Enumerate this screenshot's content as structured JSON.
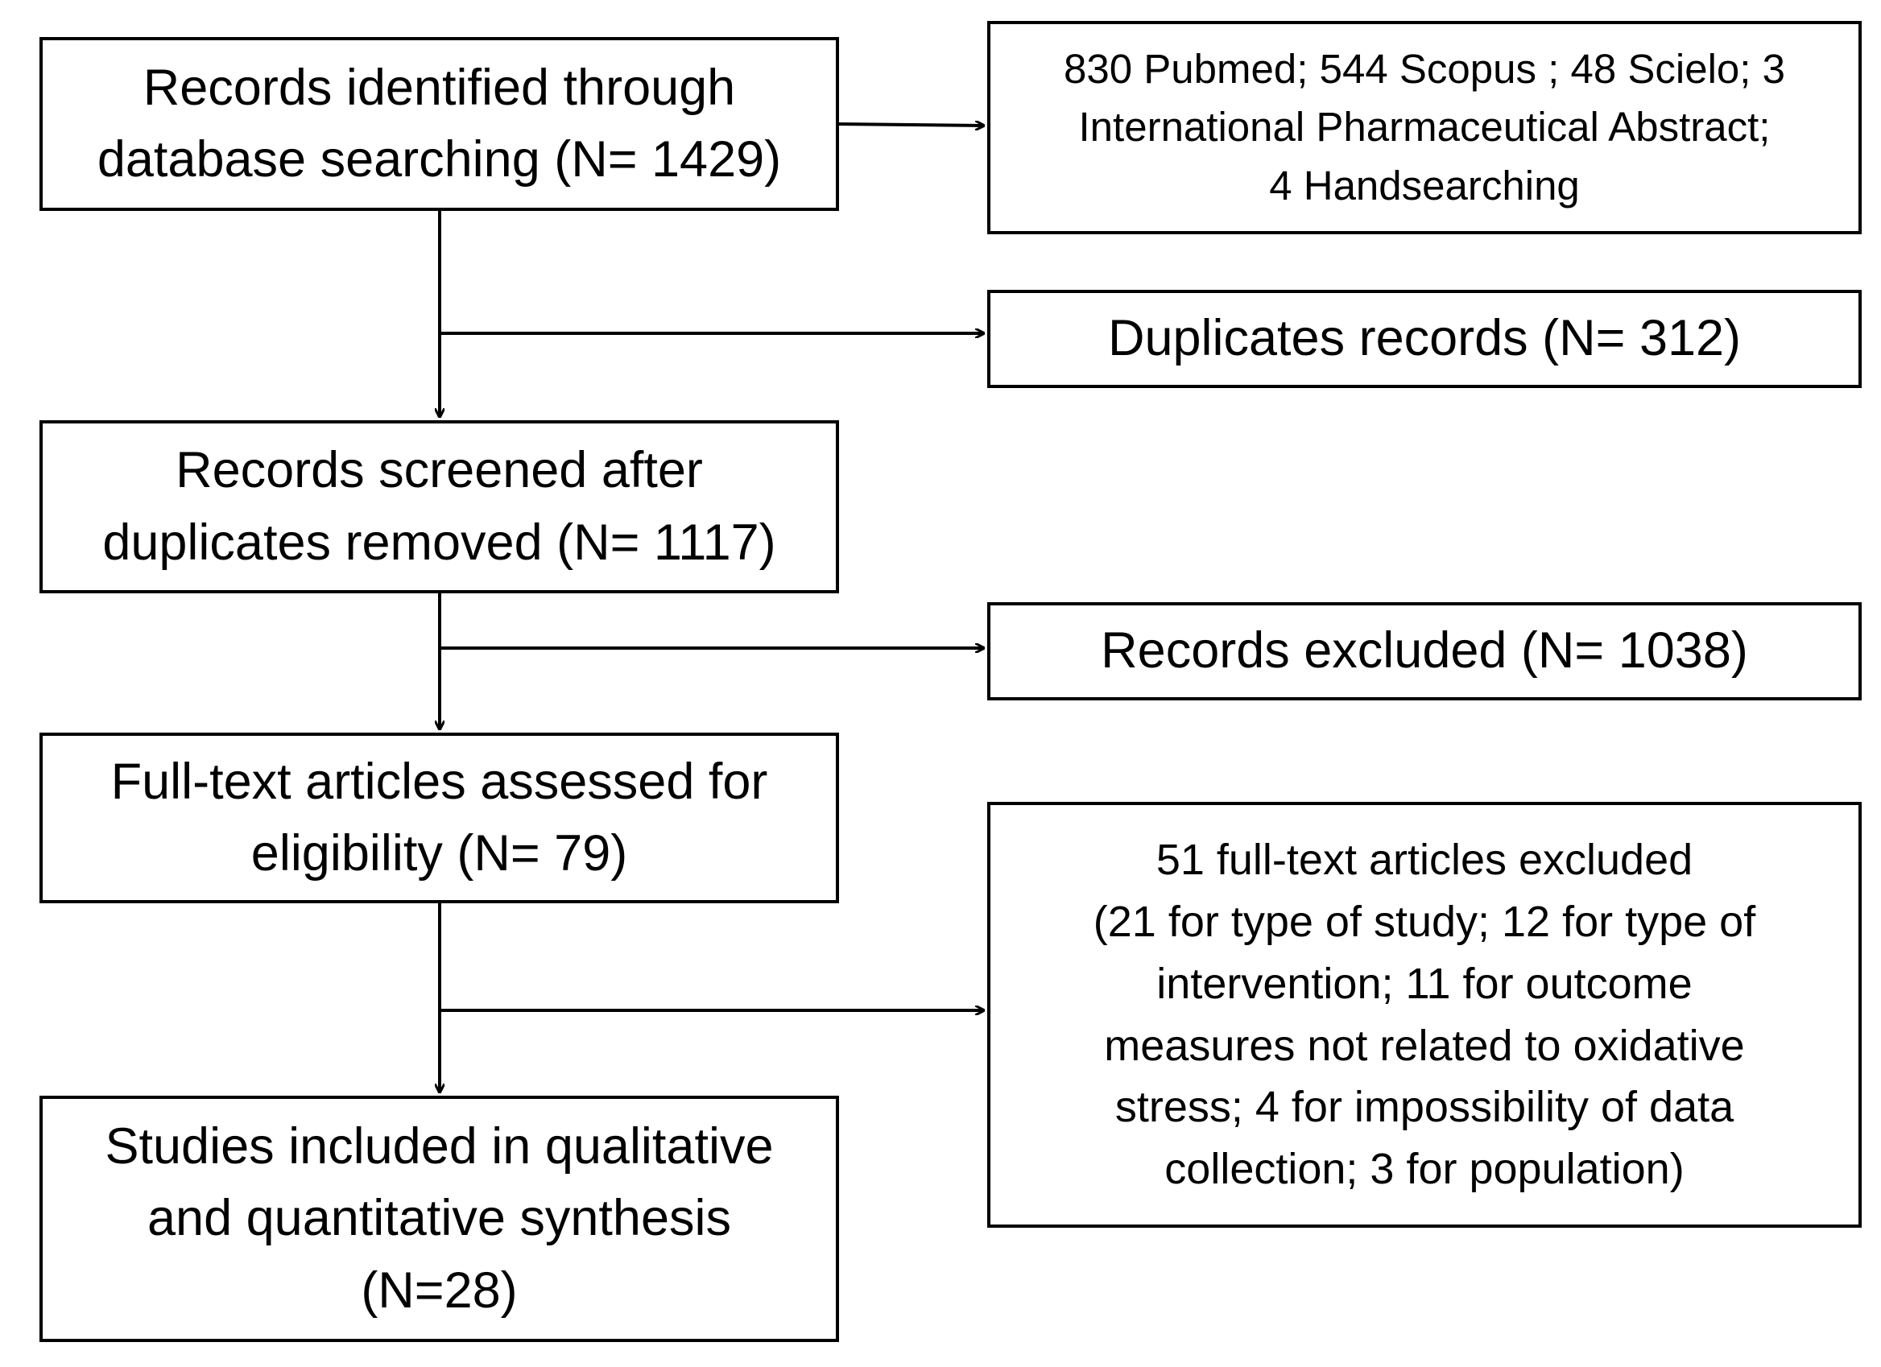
{
  "boxes": {
    "identified": {
      "lines": [
        "Records identified through",
        "database searching (N= 1429)"
      ]
    },
    "sources": {
      "lines": [
        "830 Pubmed; 544 Scopus ; 48 Scielo; 3",
        "International Pharmaceutical Abstract;",
        "4 Handsearching"
      ]
    },
    "duplicates": {
      "lines": [
        "Duplicates records (N= 312)"
      ]
    },
    "screened": {
      "lines": [
        "Records screened after",
        "duplicates removed (N= 1117)"
      ]
    },
    "excluded": {
      "lines": [
        "Records excluded (N= 1038)"
      ]
    },
    "fulltext": {
      "lines": [
        "Full-text articles assessed for",
        "eligibility  (N= 79)"
      ]
    },
    "fulltext_excluded": {
      "lines": [
        "51 full-text articles excluded",
        "(21 for type of study; 12 for type of",
        "intervention; 11 for outcome",
        "measures not related to oxidative",
        "stress; 4 for impossibility of data",
        "collection; 3 for population)"
      ]
    },
    "included": {
      "lines": [
        "Studies included in qualitative",
        "and quantitative  synthesis",
        "(N=28)"
      ]
    }
  },
  "colors": {
    "border": "#000000",
    "background": "#ffffff",
    "text": "#000000"
  }
}
